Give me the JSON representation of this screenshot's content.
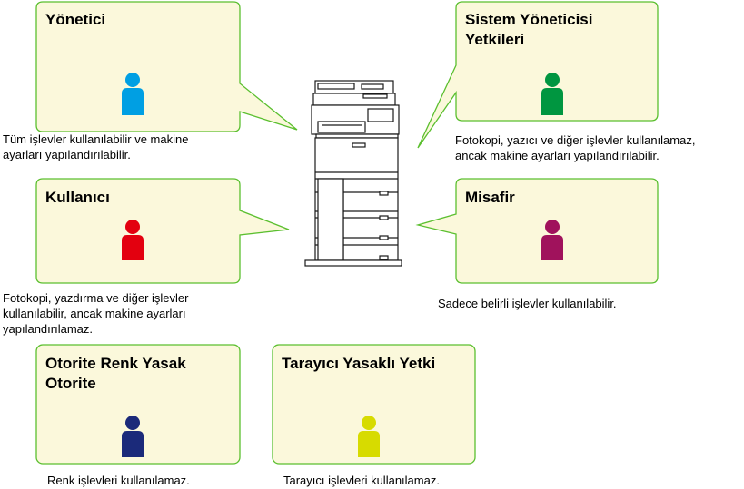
{
  "colors": {
    "box_fill": "#fbf8db",
    "box_border": "#5bbf2f",
    "administrator": "#009fe3",
    "system_admin_rights": "#009640",
    "user": "#e3000f",
    "guest": "#a0125c",
    "color_forbidden_authority": "#1b2a7a",
    "scanner_forbidden_authority": "#d7db00"
  },
  "roles": {
    "administrator": {
      "title": "Yönetici",
      "desc": [
        "Tüm işlevler kullanılabilir ve makine",
        "ayarları yapılandırılabilir."
      ],
      "icon": "person-icon"
    },
    "system_admin_rights": {
      "title": [
        "Sistem Yöneticisi",
        "Yetkileri"
      ],
      "desc": [
        "Fotokopi, yazıcı ve diğer işlevler kullanılamaz,",
        "ancak makine ayarları yapılandırılabilir."
      ],
      "icon": "person-icon"
    },
    "user": {
      "title": "Kullanıcı",
      "desc": [
        "Fotokopi, yazdırma ve diğer işlevler",
        "kullanılabilir, ancak makine ayarları",
        "yapılandırılamaz."
      ],
      "icon": "person-icon"
    },
    "guest": {
      "title": "Misafir",
      "desc": [
        "Sadece belirli işlevler kullanılabilir."
      ],
      "icon": "person-icon"
    },
    "color_forbidden_authority": {
      "title": [
        "Otorite Renk Yasak",
        "Otorite"
      ],
      "desc": [
        "Renk işlevleri kullanılamaz."
      ],
      "icon": "person-icon"
    },
    "scanner_forbidden_authority": {
      "title": "Tarayıcı Yasaklı Yetki",
      "desc": [
        "Tarayıcı işlevleri kullanılamaz."
      ],
      "icon": "person-icon"
    }
  },
  "center": {
    "icon": "multifunction-printer-icon"
  }
}
